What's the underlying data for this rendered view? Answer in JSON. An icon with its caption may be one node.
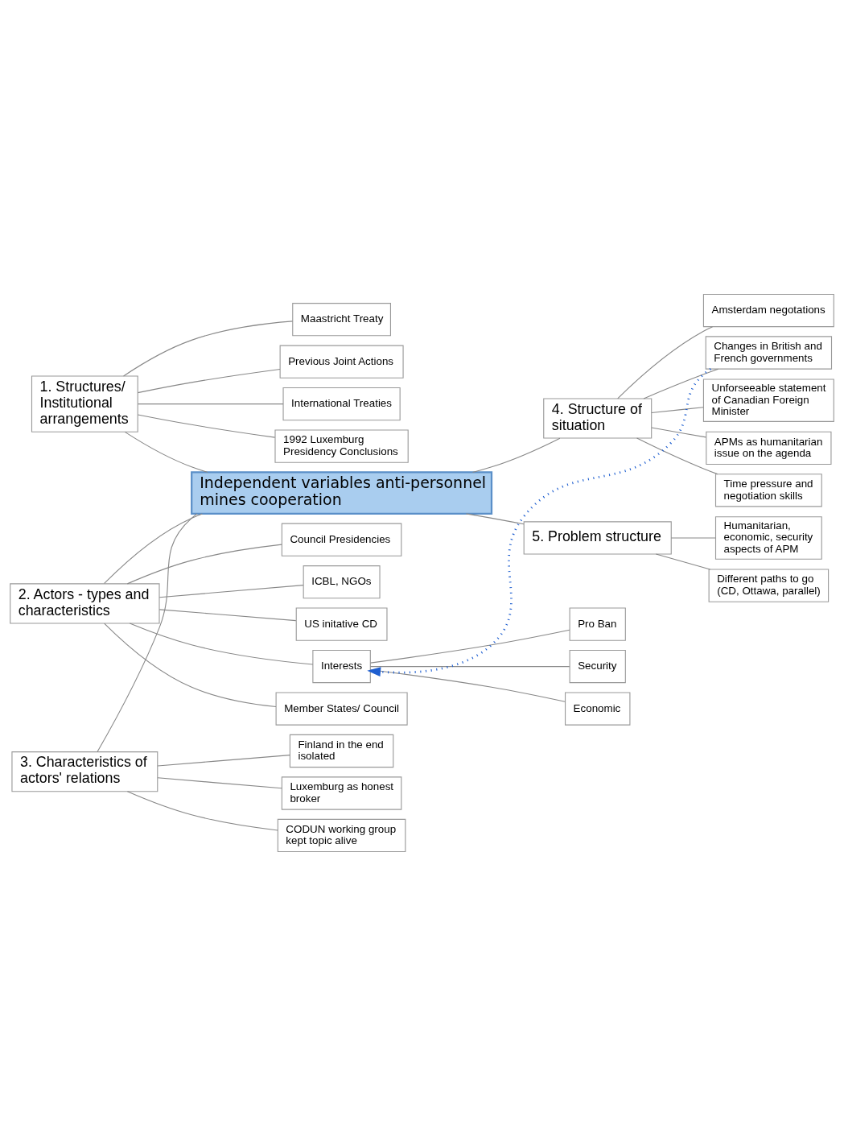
{
  "diagram": {
    "nodes": [
      {
        "text": [
          "1. Structures/ Institutional arrangements"
        ]
      },
      {
        "text": [
          "1992 Luxemburg Presidency Conclusions"
        ]
      },
      {
        "text": [
          "Maastricht Treaty"
        ]
      },
      {
        "text": [
          "Previous Joint Actions"
        ]
      },
      {
        "text": [
          "International Treaties"
        ]
      },
      {
        "text": [
          "2. Actors - types and characteristics"
        ]
      },
      {
        "text": [
          "Member States/ Council"
        ]
      },
      {
        "text": [
          "Council Presidencies"
        ]
      },
      {
        "text": [
          "Interests"
        ]
      },
      {
        "text": [
          "Pro Ban"
        ]
      },
      {
        "text": [
          "Security"
        ]
      },
      {
        "text": [
          "Economic"
        ]
      },
      {
        "text": [
          "ICBL, NGOs"
        ]
      },
      {
        "text": [
          "US initative CD"
        ]
      },
      {
        "text": [
          "3. Characteristics of actors' relations"
        ]
      },
      {
        "text": [
          "Finland in the end isolated"
        ]
      },
      {
        "text": [
          "Luxemburg as honest broker"
        ]
      },
      {
        "text": [
          "CODUN working group kept topic alive"
        ]
      },
      {
        "text": [
          "Independent variables anti-personnel mines cooperation"
        ]
      },
      {
        "text": [
          "4. Structure of situation"
        ]
      },
      {
        "text": [
          "Changes in British and French governments"
        ]
      },
      {
        "text": [
          "Unforseeable statement of Canadian Foreign Minister"
        ]
      },
      {
        "text": [
          "APMs as humanitarian issue on the agenda"
        ]
      },
      {
        "text": [
          "Time pressure and negotiation skills"
        ]
      },
      {
        "text": [
          "Amsterdam negotations"
        ]
      },
      {
        "text": [
          "5. Problem structure"
        ]
      },
      {
        "text": [
          "Different paths to go (CD, Ottawa, parallel)"
        ]
      },
      {
        "text": [
          "Humanitarian, economic, security aspects of APM"
        ]
      }
    ],
    "edges": [
      {
        "from": 0,
        "to": 1,
        "arrow": "none"
      },
      {
        "from": 0,
        "to": 2,
        "arrow": "none"
      },
      {
        "from": 0,
        "to": 3,
        "arrow": "none"
      },
      {
        "from": 0,
        "to": 4,
        "arrow": "none"
      },
      {
        "from": 5,
        "to": 6,
        "arrow": "none"
      },
      {
        "from": 5,
        "to": 7,
        "arrow": "none"
      },
      {
        "from": 5,
        "to": 8,
        "arrow": "none"
      },
      {
        "from": 5,
        "to": 12,
        "arrow": "none"
      },
      {
        "from": 5,
        "to": 13,
        "arrow": "none"
      },
      {
        "from": 8,
        "to": 9,
        "arrow": "none"
      },
      {
        "from": 8,
        "to": 10,
        "arrow": "none"
      },
      {
        "from": 8,
        "to": 11,
        "arrow": "none"
      },
      {
        "from": 14,
        "to": 15,
        "arrow": "none"
      },
      {
        "from": 14,
        "to": 16,
        "arrow": "none"
      },
      {
        "from": 14,
        "to": 17,
        "arrow": "none"
      },
      {
        "from": 0,
        "to": 18,
        "arrow": "none"
      },
      {
        "from": 5,
        "to": 18,
        "arrow": "none"
      },
      {
        "from": 14,
        "to": 18,
        "arrow": "none"
      },
      {
        "from": 18,
        "to": 19,
        "arrow": "none"
      },
      {
        "from": 18,
        "to": 25,
        "arrow": "none"
      },
      {
        "from": 19,
        "to": 20,
        "arrow": "none"
      },
      {
        "from": 19,
        "to": 21,
        "arrow": "none"
      },
      {
        "from": 19,
        "to": 22,
        "arrow": "none"
      },
      {
        "from": 19,
        "to": 23,
        "arrow": "none"
      },
      {
        "from": 19,
        "to": 24,
        "arrow": "none"
      },
      {
        "from": 25,
        "to": 26,
        "arrow": "none"
      },
      {
        "from": 25,
        "to": 27,
        "arrow": "none"
      },
      {
        "from": 20,
        "to": 8,
        "arrow": "to",
        "style": "dashed",
        "color": "#1f5fd0"
      }
    ]
  }
}
